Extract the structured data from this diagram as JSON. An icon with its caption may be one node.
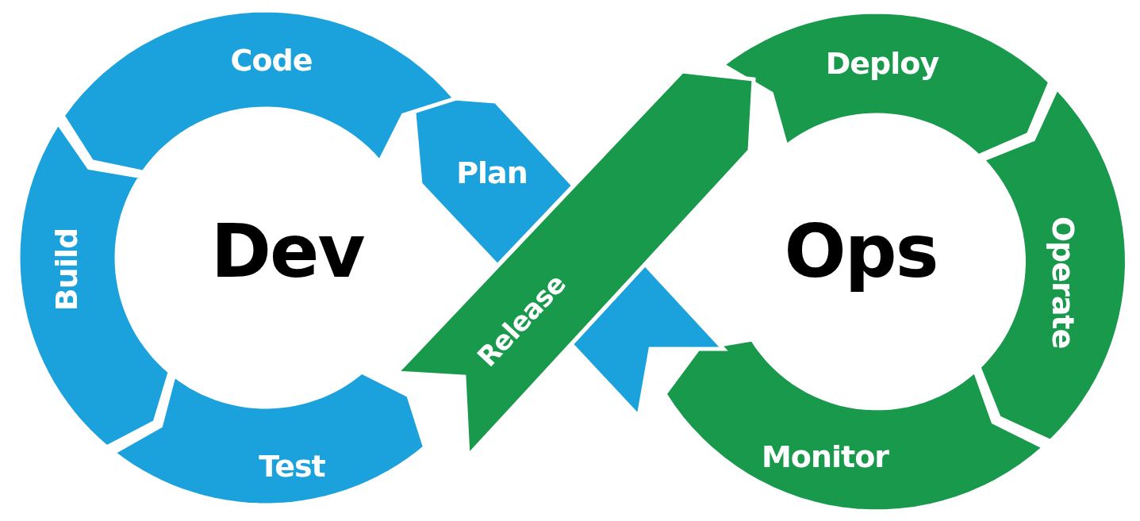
{
  "diagram": {
    "nodes": [
      {
        "text": [
          "Plan"
        ]
      },
      {
        "text": [
          "Code"
        ]
      },
      {
        "text": [
          "Build"
        ]
      },
      {
        "text": [
          "Test"
        ]
      },
      {
        "text": [
          "Release"
        ]
      },
      {
        "text": [
          "Deploy"
        ]
      },
      {
        "text": [
          "Operate"
        ]
      },
      {
        "text": [
          "Monitor"
        ]
      },
      {
        "text": [],
        "shape": "band"
      }
    ],
    "labels": [
      "Dev",
      "Ops"
    ]
  }
}
